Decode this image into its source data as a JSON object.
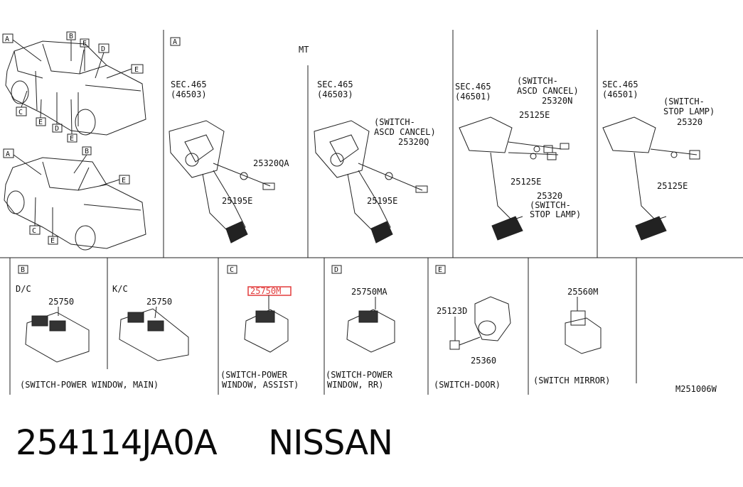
{
  "overview": {
    "car1_callouts": [
      "A",
      "B",
      "E",
      "D",
      "E",
      "C",
      "E",
      "D",
      "E"
    ],
    "car2_callouts": [
      "A",
      "B",
      "E",
      "C",
      "E"
    ]
  },
  "sections": {
    "A": {
      "ref": "A",
      "header": "MT",
      "p1": {
        "sec": "SEC.465",
        "code": "(46503)",
        "parts": [
          "25320QA",
          "25195E"
        ]
      },
      "p2": {
        "sec": "SEC.465",
        "code": "(46503)",
        "sw1": "(SWITCH-",
        "sw2": "ASCD CANCEL)",
        "parts": [
          "25320Q",
          "25195E"
        ]
      },
      "p3": {
        "sec": "SEC.465",
        "code": "(46501)",
        "sw1": "(SWITCH-",
        "sw2": "ASCD CANCEL)",
        "parts": [
          "25320N",
          "25125E",
          "25125E",
          "25320"
        ],
        "sw3": "(SWITCH-",
        "sw4": "STOP LAMP)"
      },
      "p4": {
        "sec": "SEC.465",
        "code": "(46501)",
        "sw1": "(SWITCH-",
        "sw2": "STOP LAMP)",
        "parts": [
          "25320",
          "25125E"
        ]
      }
    },
    "B": {
      "ref": "B",
      "dc": "D/C",
      "kc": "K/C",
      "part_dc": "25750",
      "part_kc": "25750",
      "caption": "(SWITCH-POWER WINDOW, MAIN)"
    },
    "C": {
      "ref": "C",
      "part": "25750M",
      "caption1": "(SWITCH-POWER",
      "caption2": "WINDOW, ASSIST)"
    },
    "D": {
      "ref": "D",
      "part": "25750MA",
      "caption1": "(SWITCH-POWER",
      "caption2": "WINDOW, RR)"
    },
    "E": {
      "ref": "E",
      "parts": [
        "25123D",
        "25360"
      ],
      "caption": "(SWITCH-DOOR)"
    },
    "F": {
      "part": "25560M",
      "caption": "(SWITCH MIRROR)"
    }
  },
  "diagram_code": "M251006W",
  "highlight_color": "#e23b3b",
  "footer": {
    "part_number": "254114JA0A",
    "brand": "NISSAN"
  }
}
